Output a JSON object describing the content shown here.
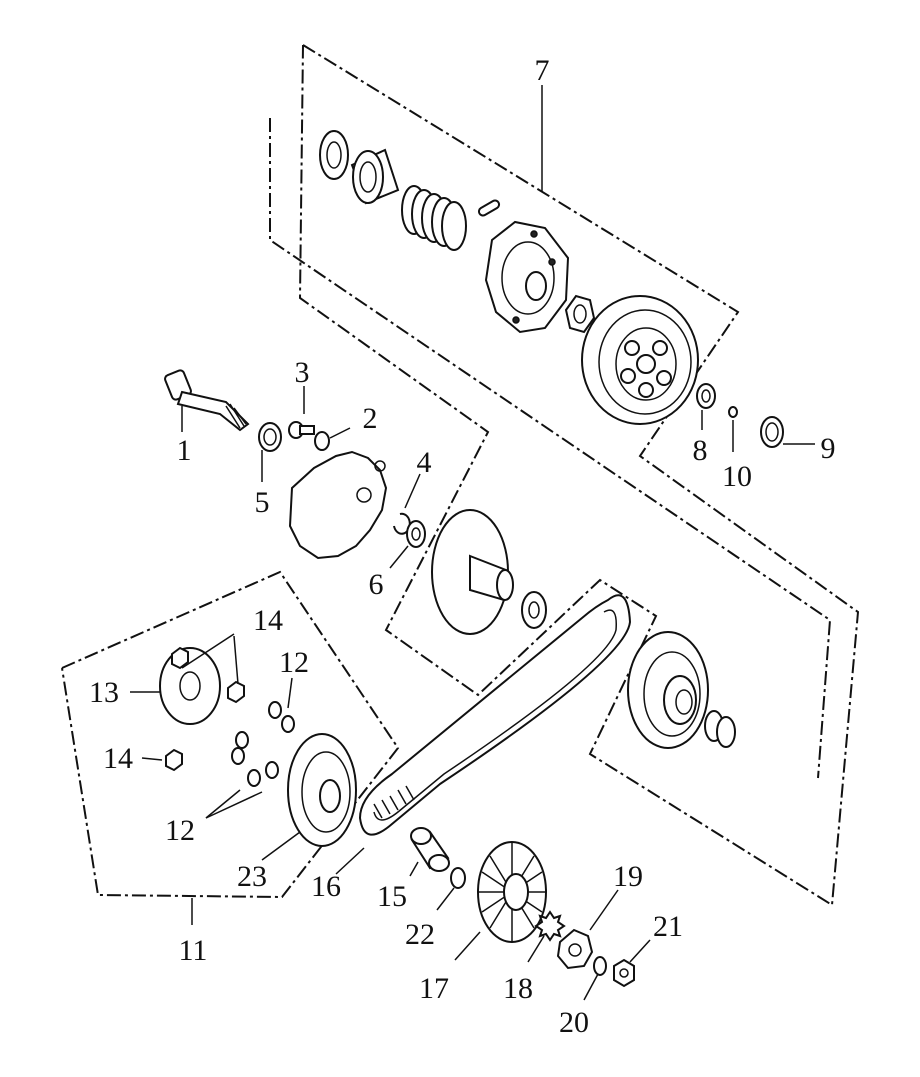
{
  "callouts": [
    "1",
    "2",
    "3",
    "4",
    "5",
    "6",
    "7",
    "8",
    "9",
    "10",
    "11",
    "12",
    "12",
    "13",
    "14",
    "14",
    "15",
    "16",
    "17",
    "18",
    "19",
    "20",
    "21",
    "22",
    "23"
  ]
}
